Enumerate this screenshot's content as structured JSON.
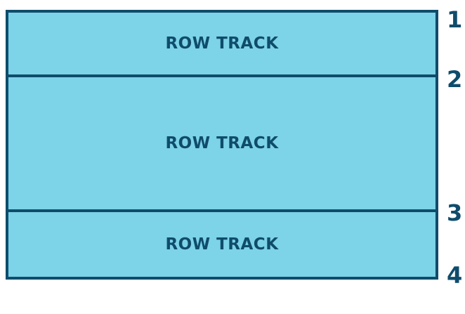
{
  "grid": {
    "rows": [
      {
        "label": "ROW TRACK"
      },
      {
        "label": "ROW TRACK"
      },
      {
        "label": "ROW TRACK"
      }
    ],
    "line_numbers": [
      "1",
      "2",
      "3",
      "4"
    ]
  },
  "colors": {
    "fill": "#7dd3e8",
    "stroke": "#0f4c6b",
    "text": "#0f4c6b"
  }
}
